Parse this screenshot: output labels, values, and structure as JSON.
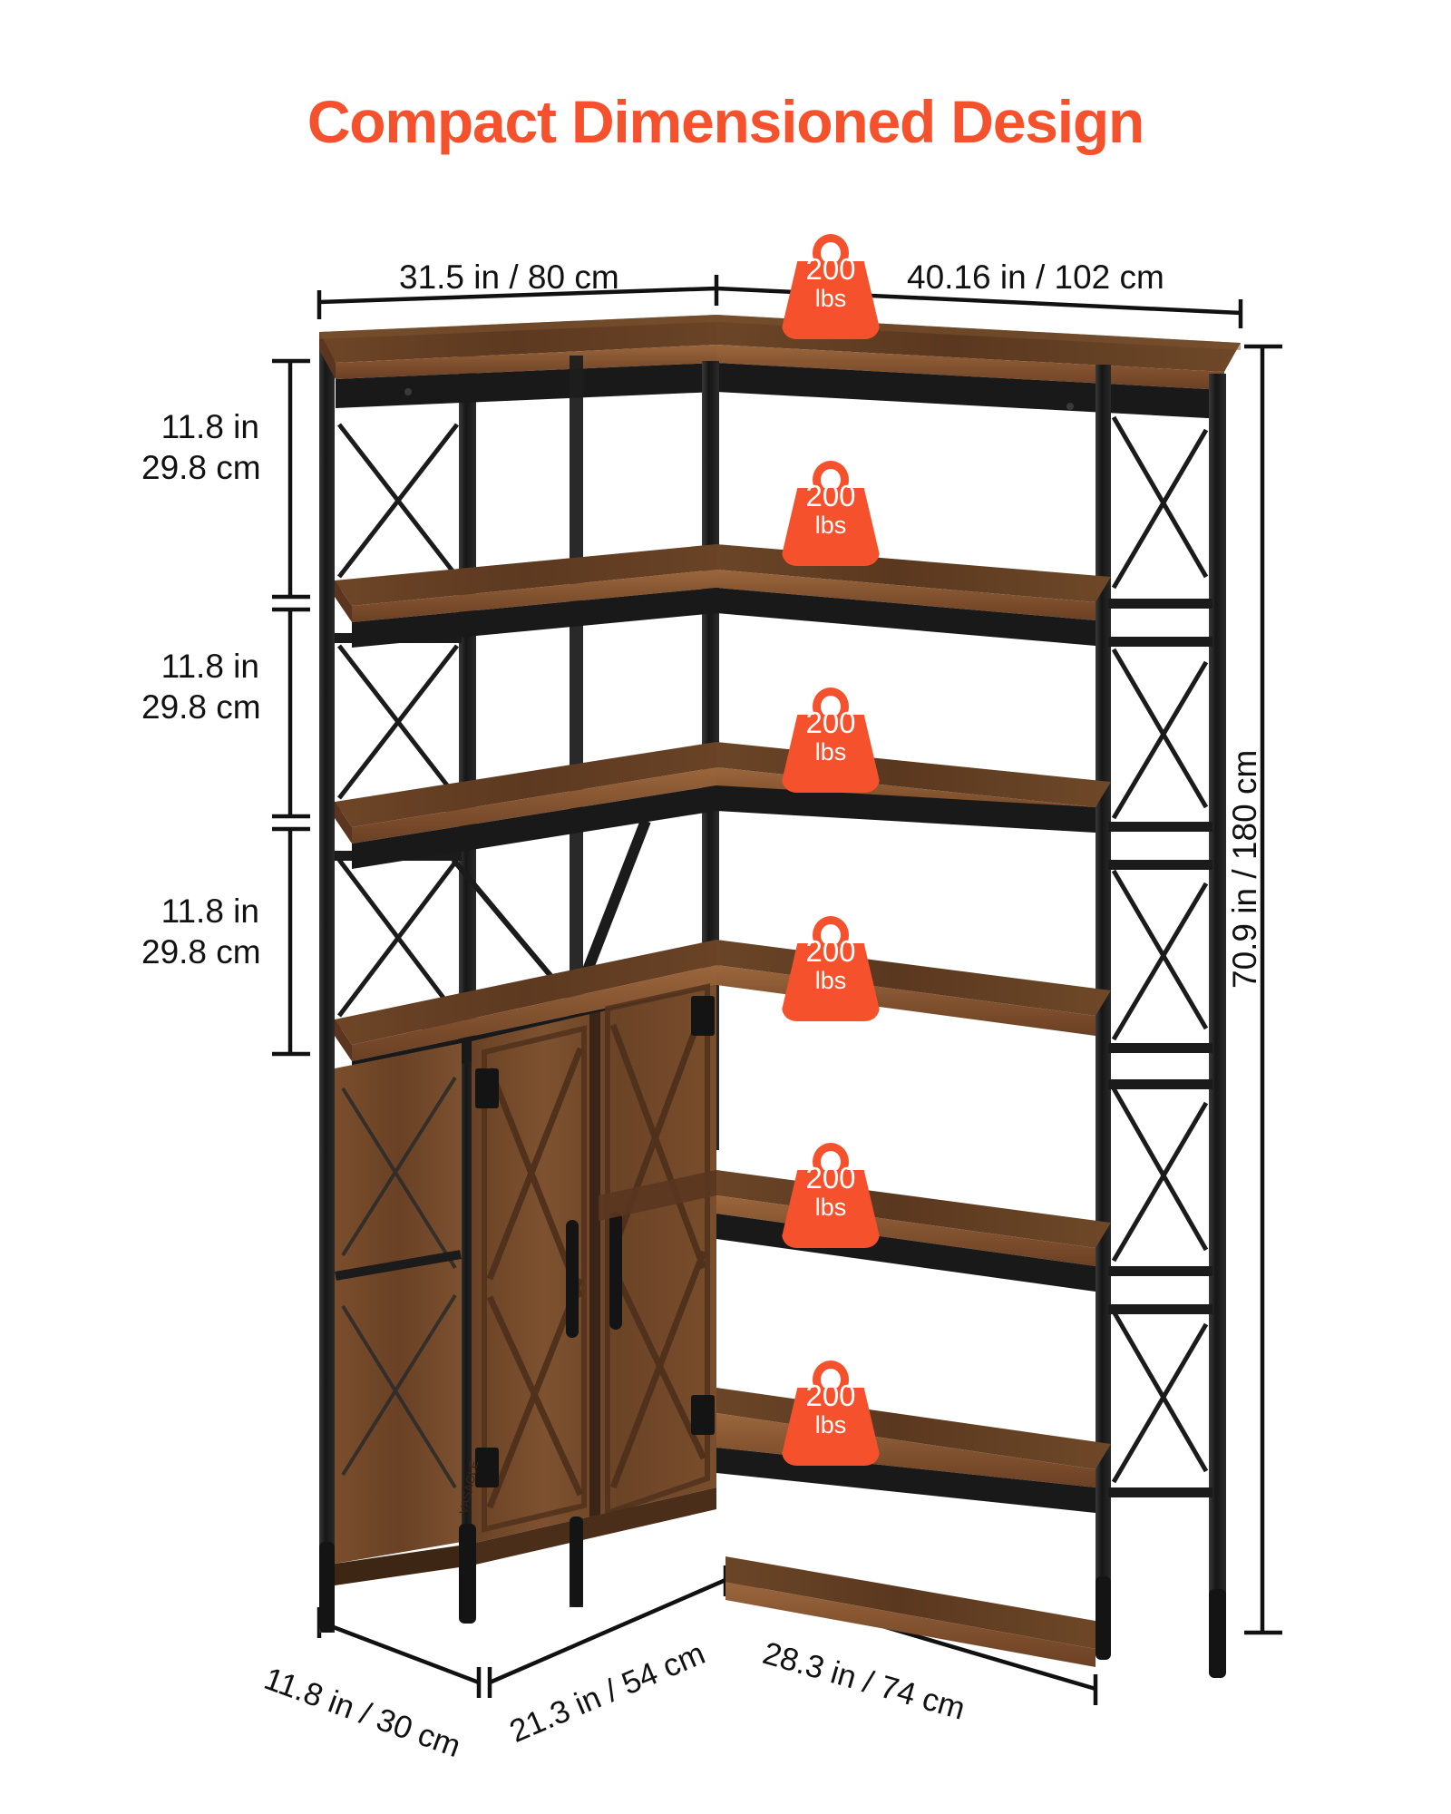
{
  "page": {
    "title": "Compact Dimensioned Design",
    "accent_color": "#F4512C",
    "text_color": "#111111",
    "background_color": "#FFFFFF",
    "product": "L-shaped corner bookshelf with barn-door cabinet"
  },
  "dimensions": {
    "top_left_width": "31.5 in / 80 cm",
    "top_right_width": "40.16 in / 102 cm",
    "shelf_gap_1": {
      "inches": "11.8 in",
      "cm": "29.8 cm"
    },
    "shelf_gap_2": {
      "inches": "11.8 in",
      "cm": "29.8 cm"
    },
    "shelf_gap_3": {
      "inches": "11.8 in",
      "cm": "29.8 cm"
    },
    "total_height": "70.9 in / 180 cm",
    "bottom_left_depth": "11.8 in / 30 cm",
    "bottom_center_width": "21.3 in / 54 cm",
    "bottom_right_width": "28.3 in / 74 cm"
  },
  "capacity_badges": [
    {
      "id": "badge-top-shelf",
      "value": "200",
      "unit": "lbs"
    },
    {
      "id": "badge-shelf-2",
      "value": "200",
      "unit": "lbs"
    },
    {
      "id": "badge-shelf-3",
      "value": "200",
      "unit": "lbs"
    },
    {
      "id": "badge-shelf-4",
      "value": "200",
      "unit": "lbs"
    },
    {
      "id": "badge-shelf-5",
      "value": "200",
      "unit": "lbs"
    },
    {
      "id": "badge-shelf-6",
      "value": "200",
      "unit": "lbs"
    }
  ],
  "colors": {
    "wood_top": "#6B4426",
    "wood_edge": "#8A5A33",
    "wood_dark": "#4A2E1A",
    "wood_door": "#7A4E2B",
    "metal": "#1A1A1A",
    "metal_light": "#2E2E2E"
  }
}
